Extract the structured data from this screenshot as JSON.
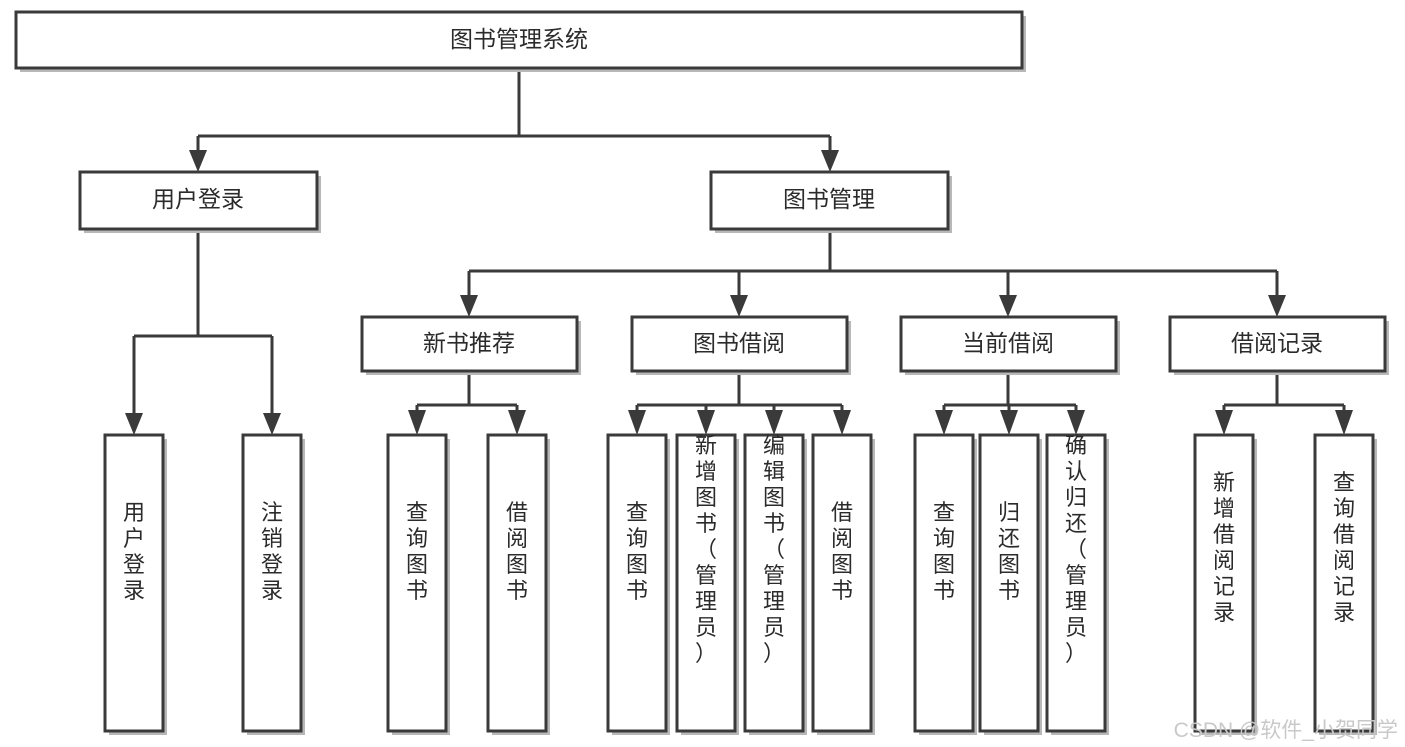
{
  "diagram": {
    "type": "tree-hierarchy-chart",
    "title": "图书管理系统",
    "background_color": "#ffffff",
    "line_color": "#3a3a3a",
    "text_color": "#2b2b2b",
    "shadow_color": "#b8b8b8",
    "levels": [
      {
        "level": 1,
        "nodes": [
          {
            "id": "root",
            "label": "图书管理系统",
            "orientation": "horizontal"
          }
        ]
      },
      {
        "level": 2,
        "nodes": [
          {
            "id": "login",
            "label": "用户登录",
            "orientation": "horizontal",
            "parent": "root"
          },
          {
            "id": "bookmgmt",
            "label": "图书管理",
            "orientation": "horizontal",
            "parent": "root"
          }
        ]
      },
      {
        "level": 3,
        "nodes": [
          {
            "id": "newbook",
            "label": "新书推荐",
            "orientation": "horizontal",
            "parent": "bookmgmt"
          },
          {
            "id": "borrow",
            "label": "图书借阅",
            "orientation": "horizontal",
            "parent": "bookmgmt"
          },
          {
            "id": "current",
            "label": "当前借阅",
            "orientation": "horizontal",
            "parent": "bookmgmt"
          },
          {
            "id": "record",
            "label": "借阅记录",
            "orientation": "horizontal",
            "parent": "bookmgmt"
          }
        ]
      },
      {
        "level": 4,
        "nodes": [
          {
            "id": "leaf-user-login",
            "label": "用户登录",
            "orientation": "vertical",
            "parent": "login"
          },
          {
            "id": "leaf-user-logout",
            "label": "注销登录",
            "orientation": "vertical",
            "parent": "login"
          },
          {
            "id": "leaf-newbook-query",
            "label": "查询图书",
            "orientation": "vertical",
            "parent": "newbook"
          },
          {
            "id": "leaf-newbook-borrow",
            "label": "借阅图书",
            "orientation": "vertical",
            "parent": "newbook"
          },
          {
            "id": "leaf-borrow-query",
            "label": "查询图书",
            "orientation": "vertical",
            "parent": "borrow"
          },
          {
            "id": "leaf-borrow-add",
            "label": "新增图书（管理员）",
            "orientation": "vertical",
            "parent": "borrow"
          },
          {
            "id": "leaf-borrow-edit",
            "label": "编辑图书（管理员）",
            "orientation": "vertical",
            "parent": "borrow"
          },
          {
            "id": "leaf-borrow-lend",
            "label": "借阅图书",
            "orientation": "vertical",
            "parent": "borrow"
          },
          {
            "id": "leaf-current-query",
            "label": "查询图书",
            "orientation": "vertical",
            "parent": "current"
          },
          {
            "id": "leaf-current-return",
            "label": "归还图书",
            "orientation": "vertical",
            "parent": "current"
          },
          {
            "id": "leaf-current-confirm",
            "label": "确认归还（管理员）",
            "orientation": "vertical",
            "parent": "current"
          },
          {
            "id": "leaf-record-add",
            "label": "新增借阅记录",
            "orientation": "vertical",
            "parent": "record"
          },
          {
            "id": "leaf-record-query",
            "label": "查询借阅记录",
            "orientation": "vertical",
            "parent": "record"
          }
        ]
      }
    ]
  },
  "watermark": {
    "text": "CSDN @软件_小贺同学"
  }
}
